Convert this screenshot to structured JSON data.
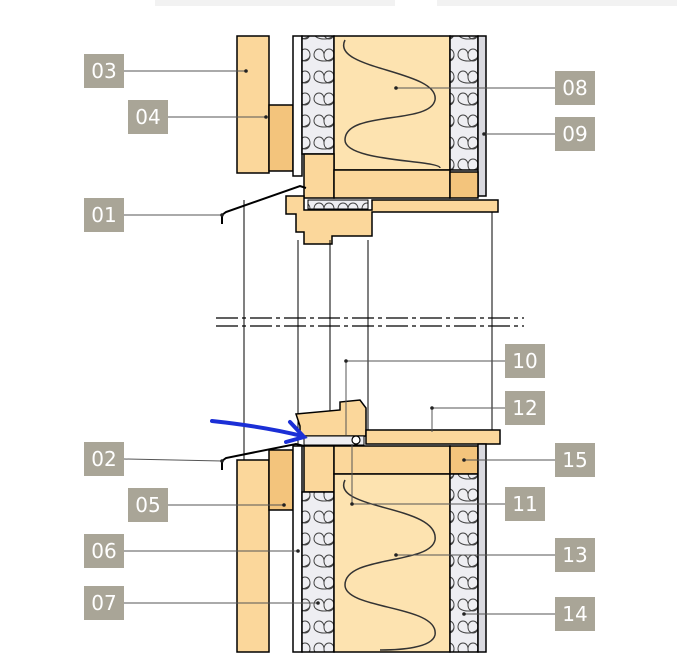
{
  "diagram": {
    "callouts": [
      "01",
      "02",
      "03",
      "04",
      "05",
      "06",
      "07",
      "08",
      "09",
      "10",
      "11",
      "12",
      "13",
      "14",
      "15"
    ]
  },
  "colors": {
    "tag_fill": "#a9a597",
    "wood": "#fbd79b",
    "wood_dark": "#f3c47c",
    "insulation": "#fde3b0",
    "wool": "#e9e9ee",
    "leader": "#555555",
    "arrow": "#1b2fd6"
  }
}
